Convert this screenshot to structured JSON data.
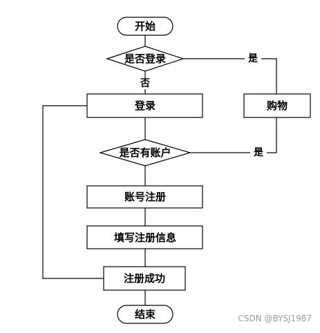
{
  "nodes": {
    "start": "开始",
    "decision_logged_in": "是否登录",
    "login": "登录",
    "shopping": "购物",
    "decision_has_account": "是否有账户",
    "register_account": "账号注册",
    "fill_info": "填写注册信息",
    "register_success": "注册成功",
    "end": "结束"
  },
  "edge_labels": {
    "logged_in_yes": "是",
    "logged_in_no": "否",
    "has_account_yes": "是"
  },
  "watermark": "CSDN @BYSJ1987",
  "colors": {
    "stroke": "#000000",
    "fill": "#ffffff",
    "watermark": "#9a9a9a"
  }
}
